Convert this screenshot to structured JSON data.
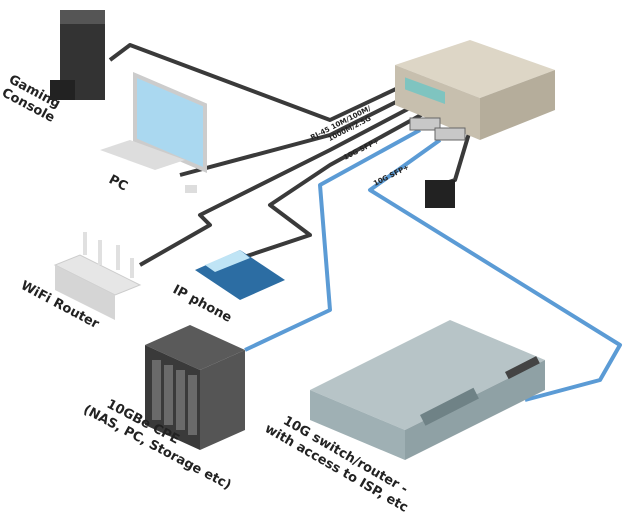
{
  "labels": {
    "gaming_console": [
      "Gaming",
      "Console"
    ],
    "pc": "PC",
    "wifi_router": "WiFi Router",
    "ip_phone": "IP phone",
    "cpe": [
      "10GBe CPE",
      "(NAS, PC, Storage etc)"
    ],
    "switch_router": [
      "10G switch/router -",
      "with access to ISP, etc"
    ],
    "rj45": [
      "RJ-45 10M/100M/",
      "1000M/2.5G"
    ],
    "sfp1": "10G SFP+",
    "sfp2": "10G SFP+"
  },
  "colors": {
    "cable_dark": "#3a3a3a",
    "fiber": "#5b9bd5",
    "switch_body": "#cfc8b8",
    "big_switch": "#9fb0b4"
  }
}
